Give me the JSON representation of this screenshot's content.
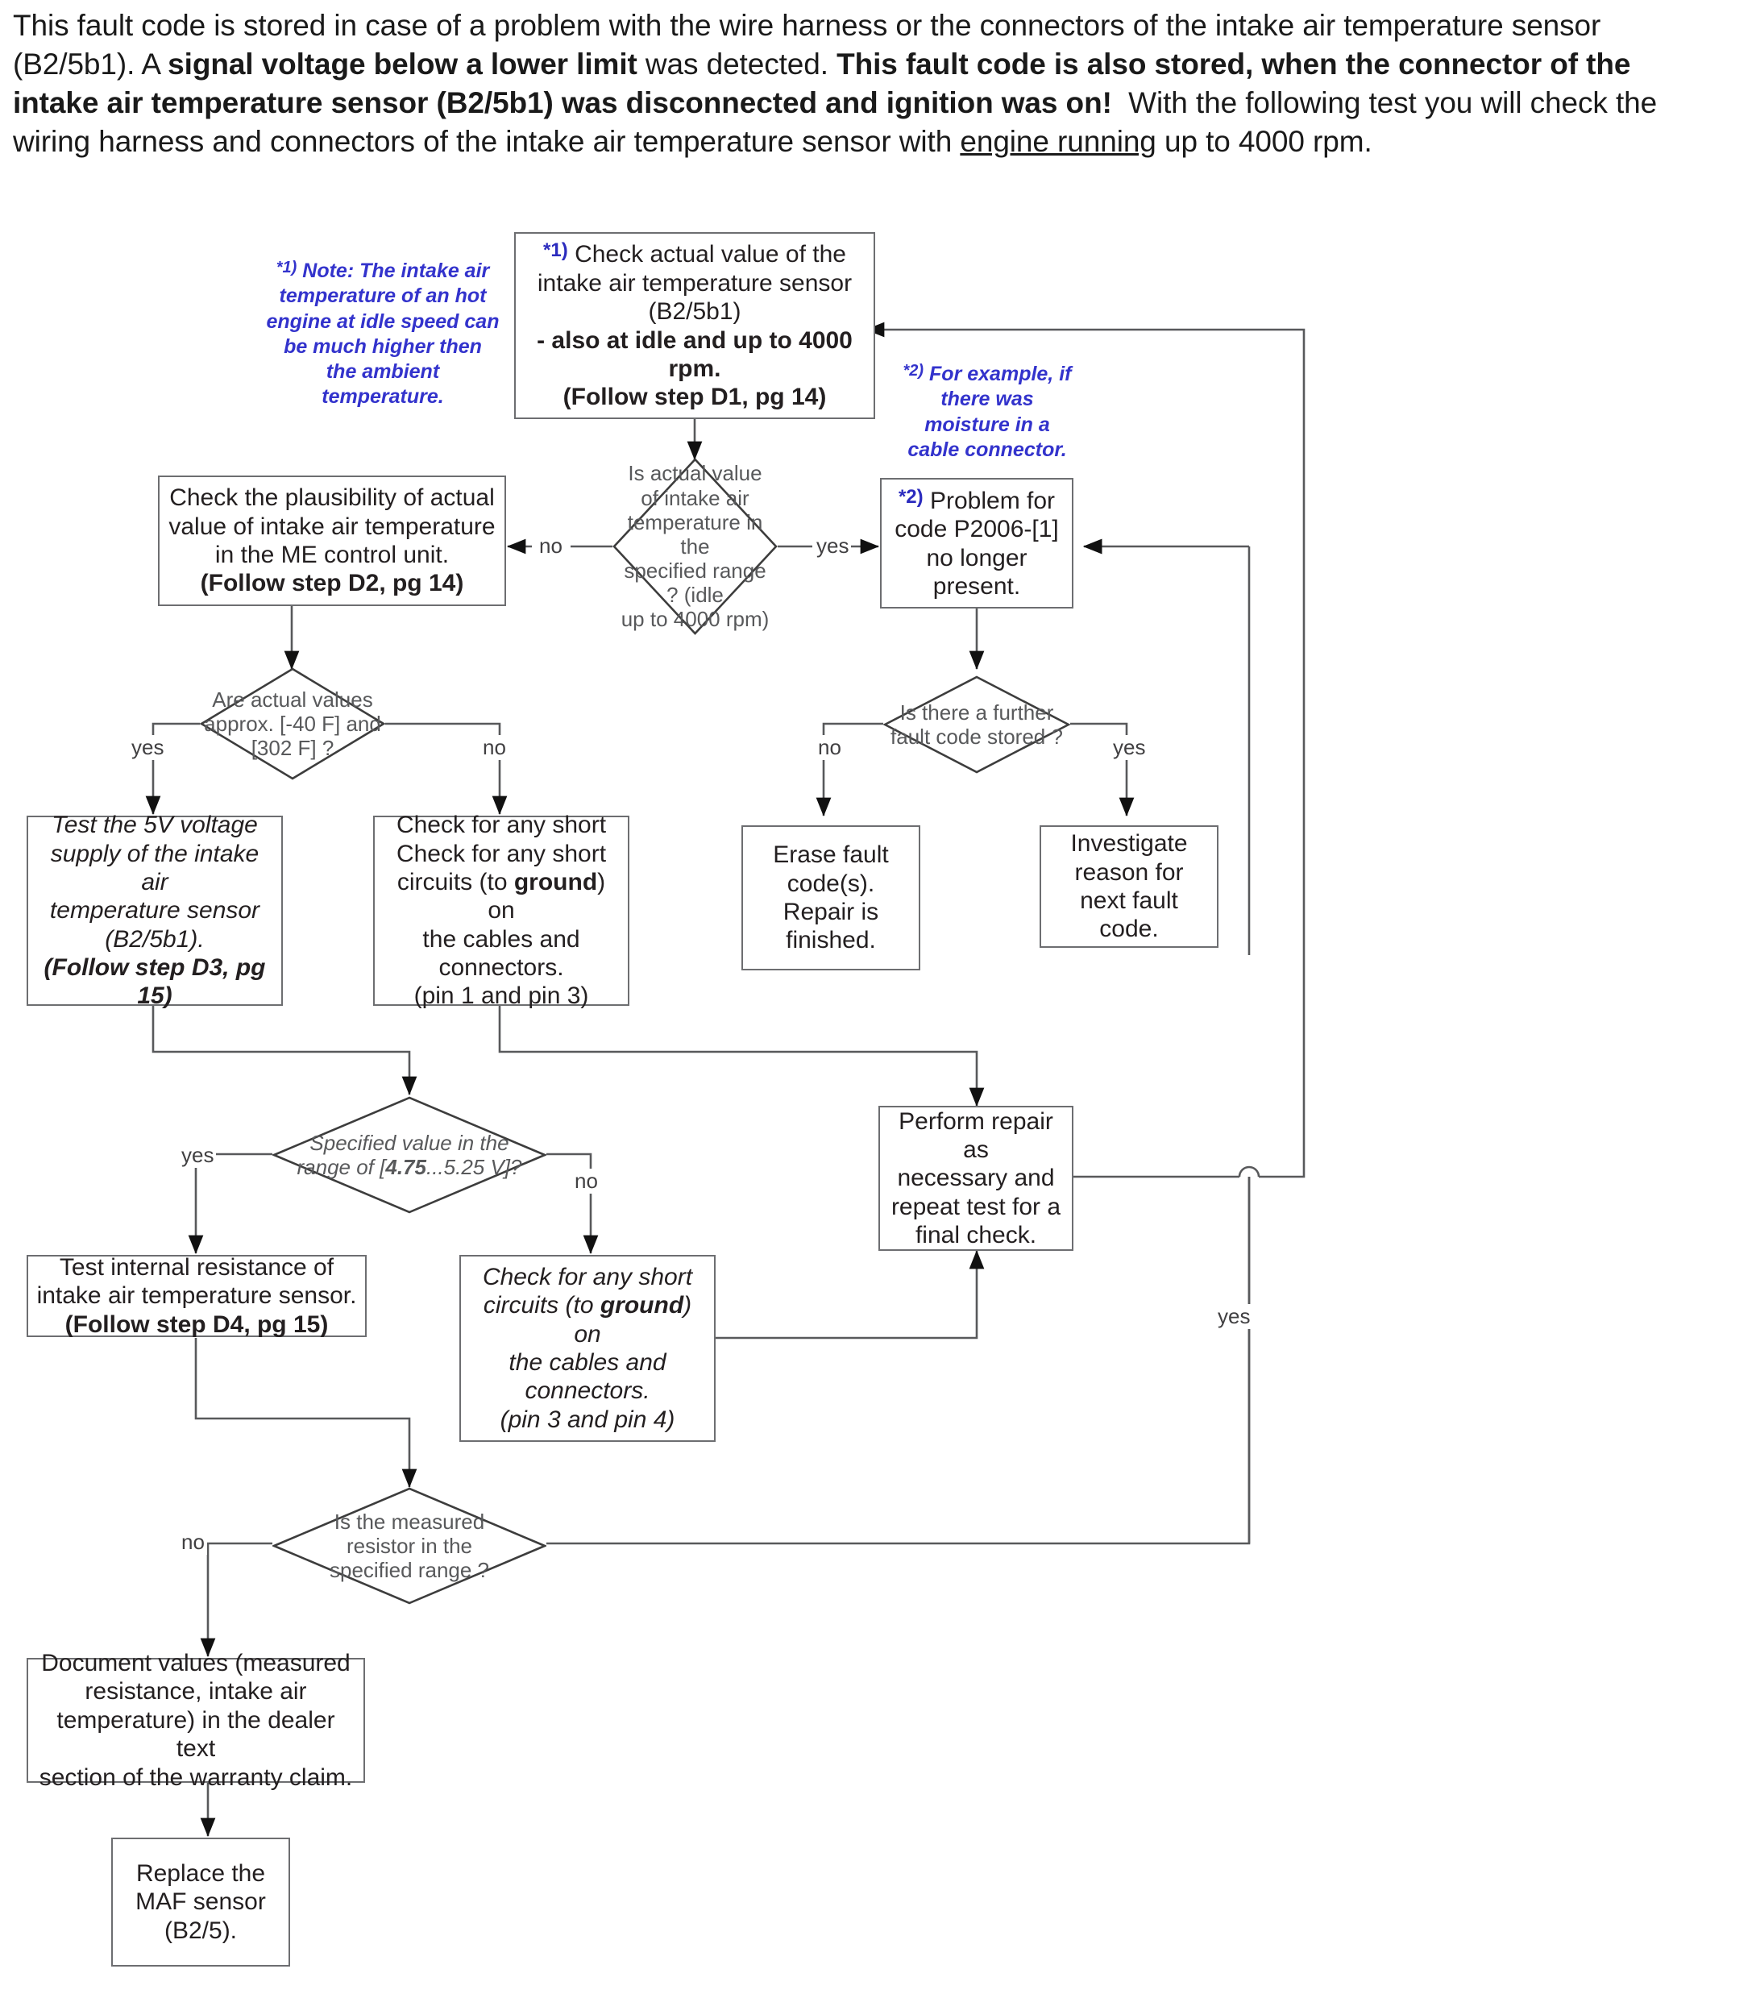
{
  "intro": {
    "segments": [
      {
        "text": "This fault code is stored in case of a problem with the wire harness or the connectors of the intake air temperature sensor (B2/5b1). A ",
        "style": "normal"
      },
      {
        "text": "signal voltage below a lower limit",
        "style": "bold"
      },
      {
        "text": " was detected. ",
        "style": "normal"
      },
      {
        "text": "This fault code is also stored, when the connector of the intake air temperature sensor (B2/5b1) was disconnected and ignition was on!",
        "style": "bold"
      },
      {
        "text": "  With the following test you will check the wiring harness and connectors of the intake air temperature sensor with ",
        "style": "normal"
      },
      {
        "text": "engine running",
        "style": "underline"
      },
      {
        "text": " up to 4000 rpm.",
        "style": "normal"
      }
    ],
    "plain": "This fault code is stored in case of a problem with the wire harness or the connectors of the intake air temperature sensor (B2/5b1). A signal voltage below a lower limit was detected. This fault code is also stored, when the connector of the intake air temperature sensor (B2/5b1) was disconnected and ignition was on!  With the following test you will check the wiring harness and connectors of the intake air temperature sensor with engine running up to 4000 rpm."
  },
  "notes": {
    "note1": {
      "marker": "*1)",
      "text": "Note: The intake air temperature of an hot engine at idle speed can be much higher then the ambient temperature."
    },
    "note2": {
      "marker": "*2)",
      "text": "For example, if there was moisture in a cable connector."
    }
  },
  "nodes": {
    "check_actual_value": {
      "marker": "*1)",
      "lines": [
        "Check actual value of the",
        "intake air temperature sensor",
        "(B2/5b1)",
        "- also at idle and up to 4000 rpm.",
        "(Follow step D1, pg 14)"
      ],
      "bold_lines": [
        3,
        4
      ],
      "label": "Check actual value of the intake air temperature sensor (B2/5b1) - also at idle and up to 4000 rpm. (Follow step D1, pg 14)"
    },
    "check_plausibility": {
      "lines": [
        "Check the plausibility of actual",
        "value of intake air temperature",
        "in the ME control unit.",
        "(Follow step D2, pg 14)"
      ],
      "label": "Check the plausibility of actual value of intake air temperature in the ME control unit. (Follow step D2, pg 14)"
    },
    "problem_no_longer_present": {
      "marker": "*2)",
      "lines": [
        "Problem for",
        "code P2006-[1]",
        "no longer",
        "present."
      ],
      "label": "Problem for code P2006-[1] no longer present."
    },
    "test_5v_supply": {
      "lines": [
        "Test the 5V voltage",
        "supply of the intake air",
        "temperature sensor",
        "(B2/5b1).",
        "(Follow step D3, pg",
        "15)"
      ],
      "label": "Test the 5V voltage supply of the intake air temperature sensor (B2/5b1). (Follow step D3, pg 15)"
    },
    "short_circuits_pin1_3": {
      "lines": [
        "Check for any short",
        "circuits (to ground) on",
        "the cables and",
        "connectors.",
        "(pin 1 and pin 3)"
      ],
      "label": "Check for any short circuits (to ground) on the cables and connectors. (pin 1 and pin 3)"
    },
    "erase_fault_codes": {
      "lines": [
        "Erase fault",
        "code(s).",
        "Repair is",
        "finished."
      ],
      "label": "Erase fault code(s). Repair is finished."
    },
    "investigate_next_code": {
      "lines": [
        "Investigate",
        "reason for",
        "next fault code."
      ],
      "label": "Investigate reason for next fault code."
    },
    "perform_repair": {
      "lines": [
        "Perform repair as",
        "necessary and",
        "repeat test  for a",
        "final check."
      ],
      "label": "Perform repair as necessary and repeat test for a final check."
    },
    "test_internal_resistance": {
      "lines": [
        "Test internal resistance of",
        "intake air temperature sensor.",
        "(Follow step D4, pg 15)"
      ],
      "label": "Test internal resistance of intake air temperature sensor. (Follow step D4, pg 15)"
    },
    "short_circuits_pin3_4": {
      "lines": [
        "Check for any short",
        "circuits (to ground) on",
        "the cables and",
        "connectors.",
        "(pin 3 and pin 4)"
      ],
      "label": "Check for any short circuits (to ground) on the cables and connectors. (pin 3 and pin 4)"
    },
    "document_values": {
      "lines": [
        "Document values (measured",
        "resistance, intake air",
        "temperature) in the dealer text",
        "section of the warranty claim."
      ],
      "label": "Document values (measured resistance, intake air temperature) in the dealer text section of the warranty claim."
    },
    "replace_maf_sensor": {
      "lines": [
        "Replace the",
        "MAF sensor",
        "(B2/5)."
      ],
      "label": "Replace the MAF sensor (B2/5)."
    }
  },
  "decisions": {
    "actual_value_in_range": {
      "lines": [
        "Is actual value",
        "of intake air",
        "temperature in the",
        "specified range ? (idle",
        "up to 4000 rpm)"
      ],
      "label": "Is actual value of intake air temperature in the specified range ? (idle up to 4000 rpm)",
      "yes": "yes",
      "no": "no"
    },
    "actual_values_approx": {
      "lines": [
        "Are actual values",
        "approx. [-40 F] and",
        "[302 F] ?"
      ],
      "label": "Are actual values approx. [-40 F] and [302 F] ?",
      "yes": "yes",
      "no": "no"
    },
    "further_fault_code": {
      "lines": [
        "Is there a further",
        "fault code stored ?"
      ],
      "label": "Is there a further fault code stored ?",
      "yes": "yes",
      "no": "no"
    },
    "specified_value_range": {
      "lines": [
        "Specified value in the",
        "range of [4.75...5.25 V]?"
      ],
      "label": "Specified value in the range of [4.75...5.25 V]?",
      "yes": "yes",
      "no": "no"
    },
    "measured_resistor_range": {
      "lines": [
        "Is the measured",
        "resistor in the",
        "specified range ?"
      ],
      "label": "Is the measured resistor in the specified range ?",
      "yes": "yes",
      "no": "no"
    }
  },
  "edge_labels": {
    "d1_no": "no",
    "d1_yes": "yes",
    "d2_yes": "yes",
    "d2_no": "no",
    "d3_no": "no",
    "d3_yes": "yes",
    "d4_yes": "yes",
    "d4_no": "no",
    "d5_no": "no",
    "loop_yes": "yes"
  },
  "colors": {
    "note_blue": "#3333cc",
    "box_border": "#6d6e71",
    "diamond_stroke": "#58595b",
    "text": "#231f20",
    "wire": "#58595b"
  }
}
